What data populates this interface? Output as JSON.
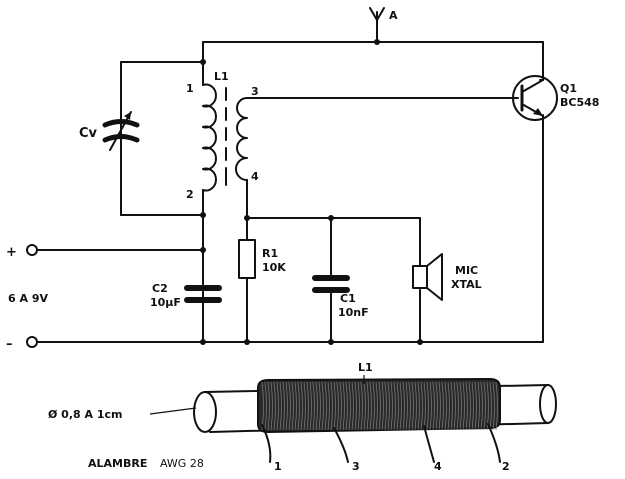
{
  "schematic": {
    "antenna_label": "A",
    "transistor": {
      "ref": "Q1",
      "part": "BC548"
    },
    "coil_label": "L1",
    "coil_pins": [
      "1",
      "2",
      "3",
      "4"
    ],
    "variable_cap_label": "Cv",
    "resistor": {
      "ref": "R1",
      "value": "10K"
    },
    "capacitor_c2": {
      "ref": "C2",
      "value": "10µF"
    },
    "capacitor_c1": {
      "ref": "C1",
      "value": "10nF"
    },
    "microphone": {
      "line1": "MIC",
      "line2": "XTAL"
    },
    "supply": {
      "plus": "+",
      "minus": "–",
      "voltage": "6 A 9V"
    }
  },
  "coil_detail": {
    "label": "L1",
    "diameter_note": "Ø 0,8 A 1cm",
    "wire_note_bold": "ALAMBRE",
    "wire_note": "AWG 28",
    "taps": [
      "1",
      "3",
      "4",
      "2"
    ]
  }
}
